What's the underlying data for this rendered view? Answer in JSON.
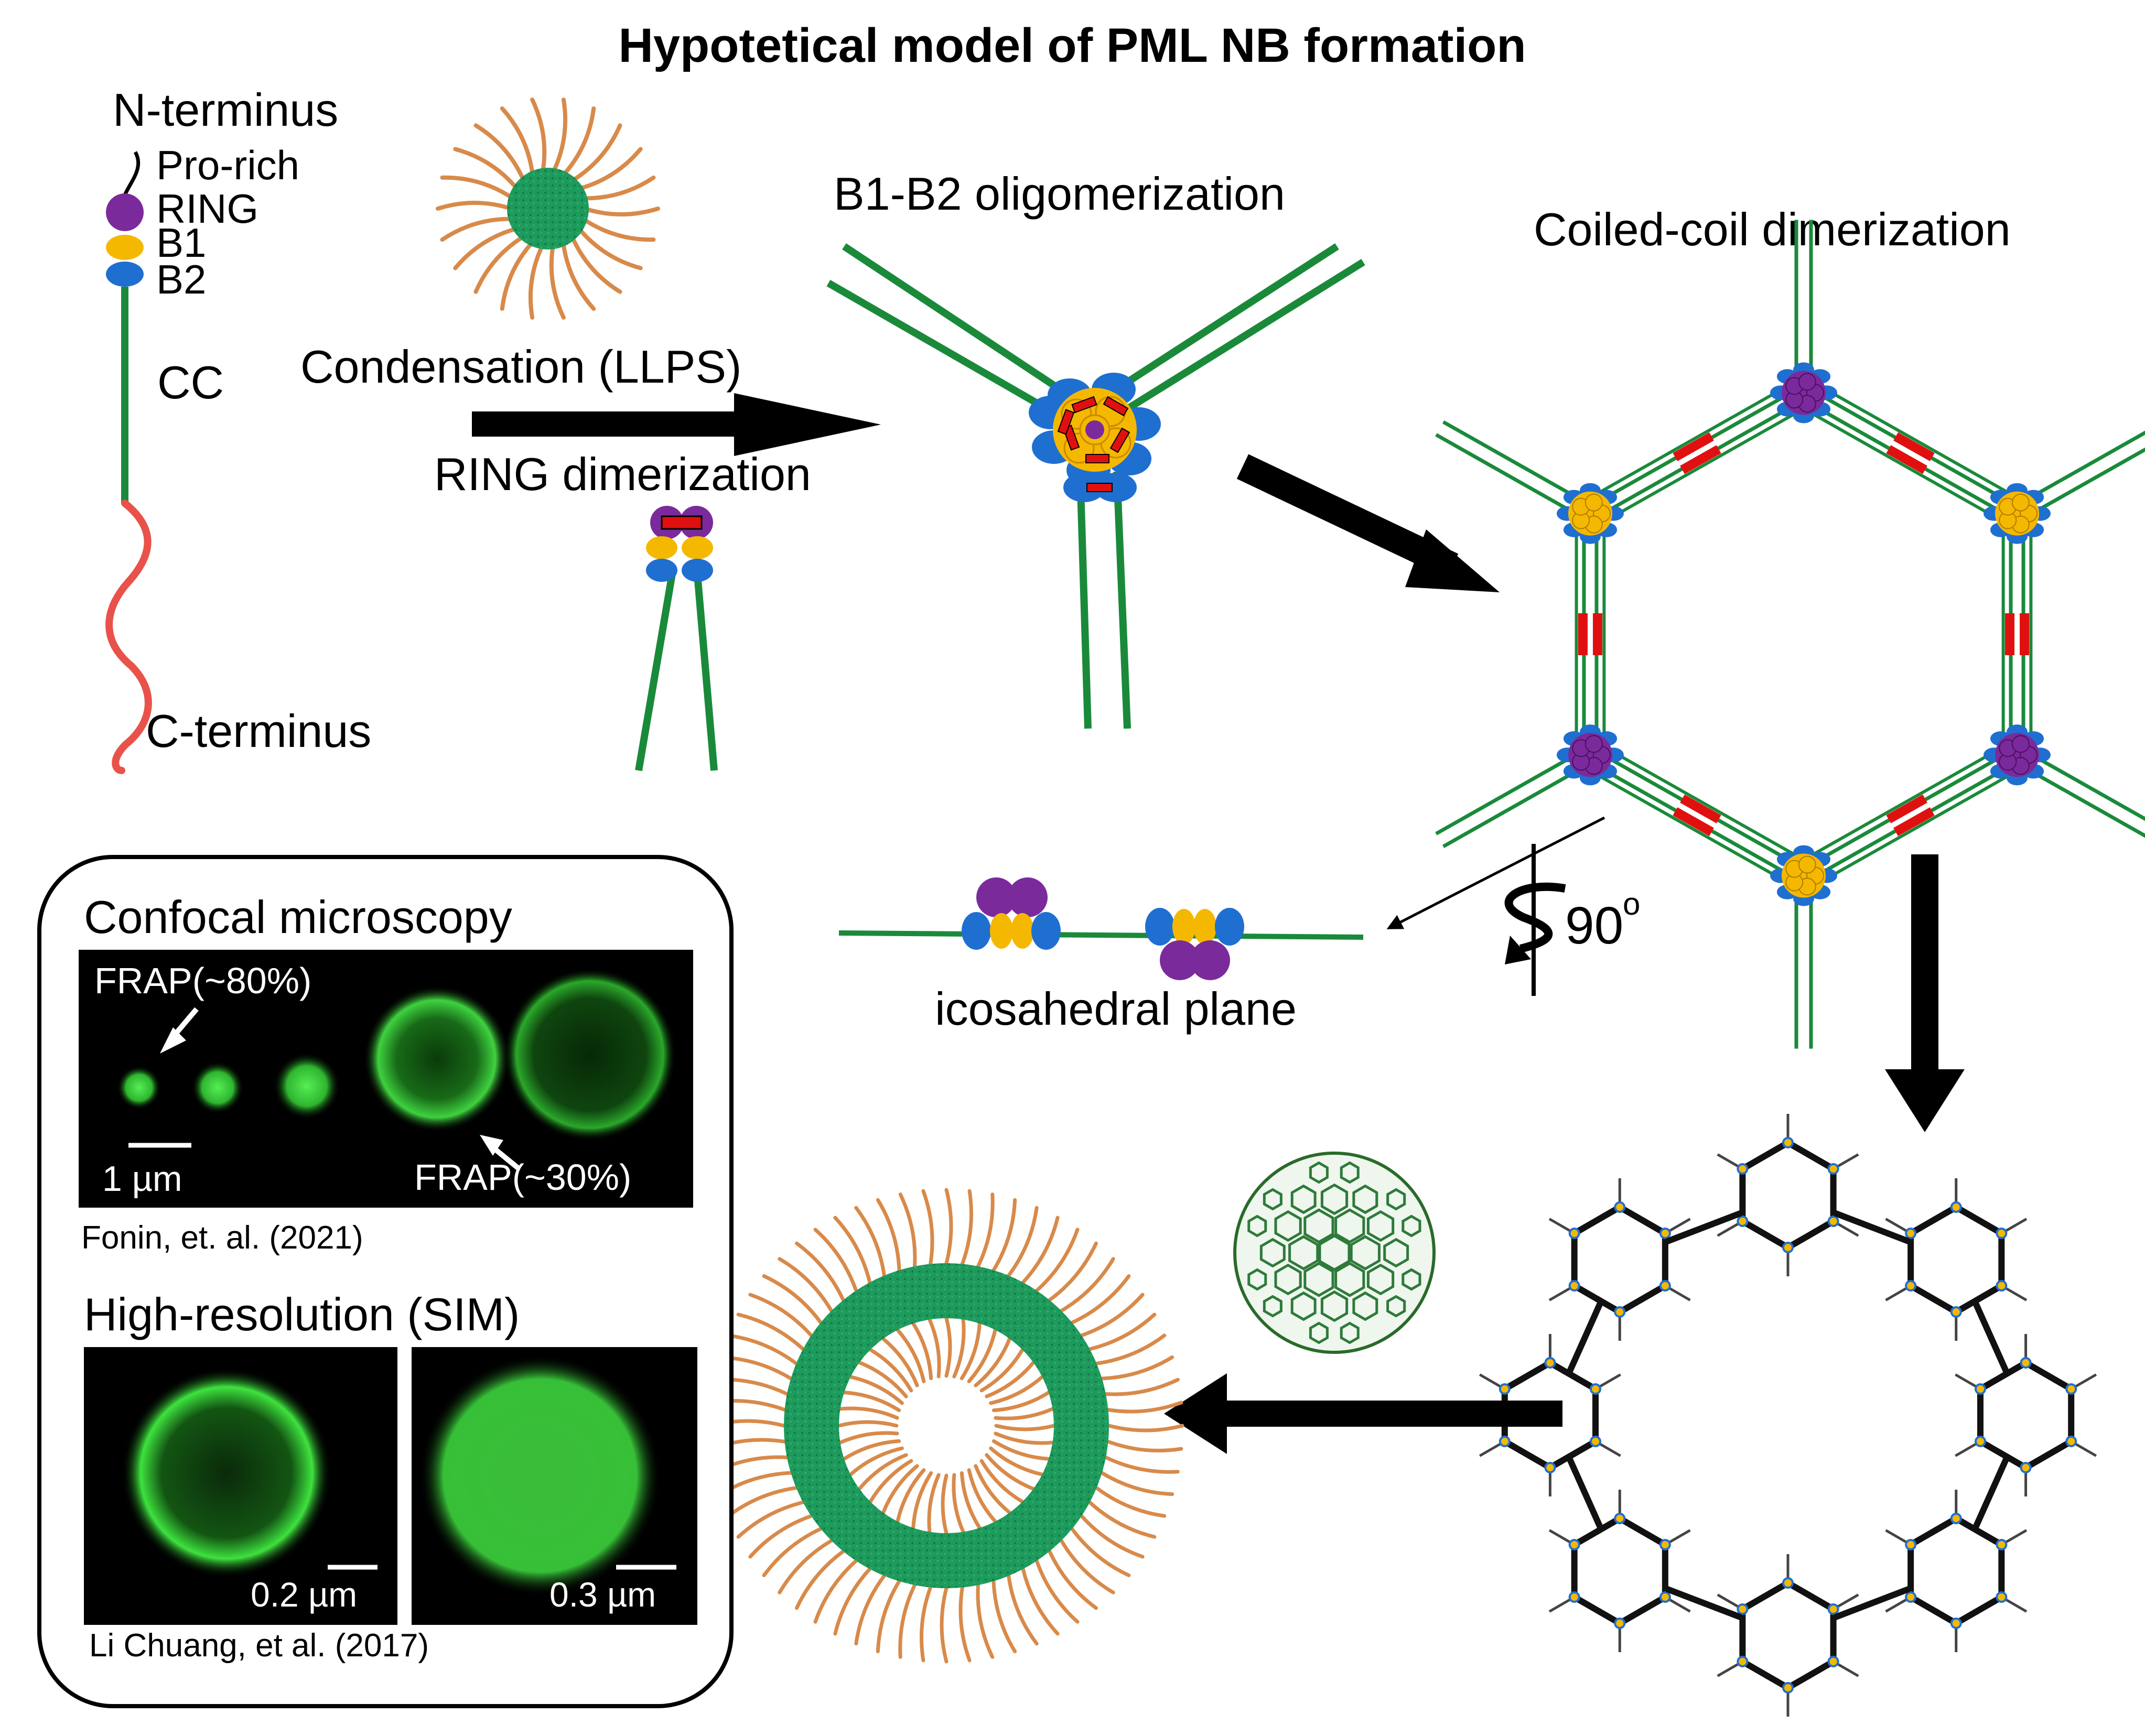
{
  "title": "Hypotetical model of PML NB formation",
  "colors": {
    "ring": "#7b2a9c",
    "b1": "#f5b800",
    "b2": "#1f6fd1",
    "coil": "#1a8a3a",
    "cterm": "#e8524a",
    "tail": "#d88a4a",
    "dimer_bar": "#e01010",
    "condensate": "#1f9a5a",
    "fluor": "#33cc33"
  },
  "domain_labels": {
    "n_terminus": "N-terminus",
    "pro_rich": "Pro-rich",
    "ring": "RING",
    "b1": "B1",
    "b2": "B2",
    "cc": "CC",
    "c_terminus": "C-terminus"
  },
  "steps": {
    "condensation": "Condensation (LLPS)",
    "ring_dimerization": "RING dimerization",
    "b1b2_oligomerization": "B1-B2 oligomerization",
    "coiled_coil": "Coiled-coil dimerization",
    "icosahedral_plane": "icosahedral plane",
    "rotation": "90",
    "rotation_unit": "o"
  },
  "microscopy": {
    "confocal_title": "Confocal microscopy",
    "frap_small": "FRAP(~80%)",
    "frap_large": "FRAP(~30%)",
    "scale_confocal": "1 µm",
    "citation_confocal": "Fonin, et. al. (2021)",
    "sim_title": "High-resolution (SIM)",
    "scale_sim_1": "0.2 µm",
    "scale_sim_2": "0.3 µm",
    "citation_sim": "Li Chuang, et al. (2017)"
  }
}
